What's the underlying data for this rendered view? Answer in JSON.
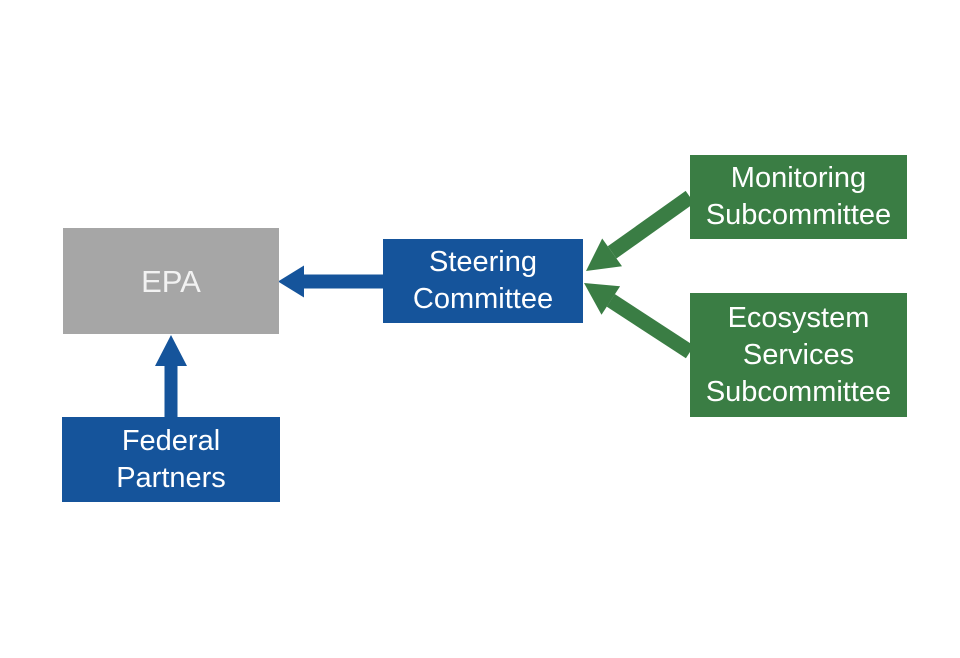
{
  "diagram": {
    "type": "org-flow-chart",
    "colors": {
      "blue": "#15549B",
      "green": "#3A7D44",
      "gray": "#A6A6A6",
      "label_text": "#FFFFFF",
      "epa_text": "#F2F2F2",
      "background": "#FFFFFF"
    },
    "nodes": [
      {
        "id": "epa",
        "label": "EPA",
        "color": "#A6A6A6"
      },
      {
        "id": "steering-committee",
        "label": "Steering\nCommittee",
        "color": "#15549B"
      },
      {
        "id": "monitoring-subcommittee",
        "label": "Monitoring\nSubcommittee",
        "color": "#3A7D44"
      },
      {
        "id": "ecosystem-services-subcommittee",
        "label": "Ecosystem\nServices\nSubcommittee",
        "color": "#3A7D44"
      },
      {
        "id": "federal-partners",
        "label": "Federal\nPartners",
        "color": "#15549B"
      }
    ],
    "edges": [
      {
        "from": "steering-committee",
        "to": "epa",
        "color": "#15549B",
        "direction": "left"
      },
      {
        "from": "federal-partners",
        "to": "epa",
        "color": "#15549B",
        "direction": "up"
      },
      {
        "from": "monitoring-subcommittee",
        "to": "steering-committee",
        "color": "#3A7D44",
        "direction": "down-left"
      },
      {
        "from": "ecosystem-services-subcommittee",
        "to": "steering-committee",
        "color": "#3A7D44",
        "direction": "up-left"
      }
    ]
  }
}
